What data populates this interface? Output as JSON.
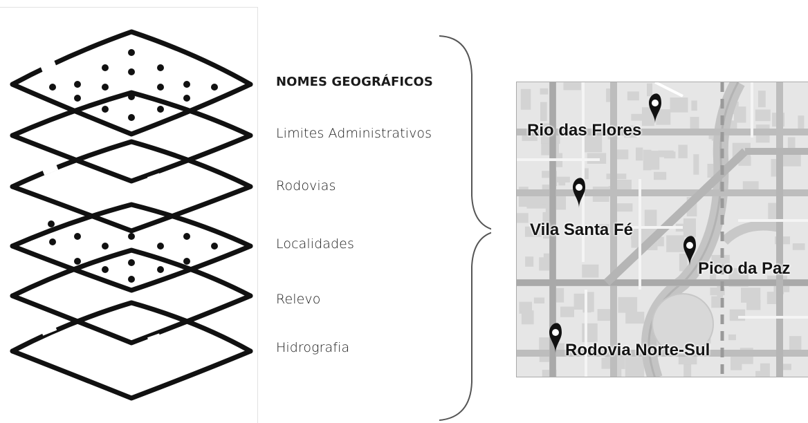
{
  "layers": [
    {
      "label": "NOMES GEOGRÁFICOS",
      "emphasis": true
    },
    {
      "label": "Limites Administrativos",
      "emphasis": false
    },
    {
      "label": "Rodovias",
      "emphasis": false
    },
    {
      "label": "Localidades",
      "emphasis": false
    },
    {
      "label": "Relevo",
      "emphasis": false
    },
    {
      "label": "Hidrografia",
      "emphasis": false
    }
  ],
  "map": {
    "places": [
      {
        "name": "Rio das Flores",
        "icon": "map-pin-icon"
      },
      {
        "name": "Vila Santa Fé",
        "icon": "map-pin-icon"
      },
      {
        "name": "Pico da Paz",
        "icon": "map-pin-icon"
      },
      {
        "name": "Rodovia Norte-Sul",
        "icon": "map-pin-icon"
      }
    ]
  },
  "colors": {
    "ink": "#111111",
    "map_background": "#e6e6e6",
    "map_roads": "#bdbdbd",
    "map_blocks": "#d2d2d2"
  }
}
